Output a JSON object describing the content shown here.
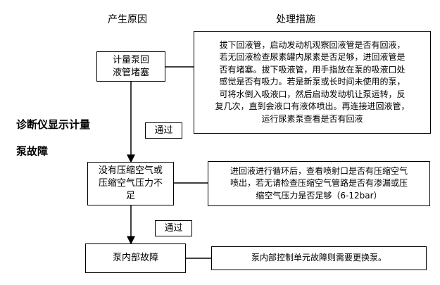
{
  "headers": {
    "cause": "产生原因",
    "action": "处理措施"
  },
  "side_label": {
    "line1": "诊断仪显示计量",
    "line2": "泵故障"
  },
  "causes": [
    "计量泵回\n液管堵塞",
    "没有压缩空气或\n压缩空气压力不\n足",
    "泵内部故障"
  ],
  "actions": [
    "拔下回液管，启动发动机观察回液管是否有回液，\n若无回液检查尿素罐内尿素是否足够，进回液管是\n否有堵塞。拔下吸液管，用手指放在泵的吸液口处\n感觉是否有吸力。若是新泵或长时间未使用的泵，\n可将水倒入吸液口，然后启动发动机让泵运转，反\n复几次，直到会液口有液体喷出。再连接进回液管，\n运行尿素泵查看是否有回液",
    "进回液进行循环后，查看喷射口是否有压缩空气\n喷出，若无请检查压缩空气管路是否有渗漏或压\n缩空气压力是否足够（6-12bar）",
    "泵内部控制单元故障则需要更换泵。"
  ],
  "pass_labels": [
    "通过",
    "通过"
  ]
}
